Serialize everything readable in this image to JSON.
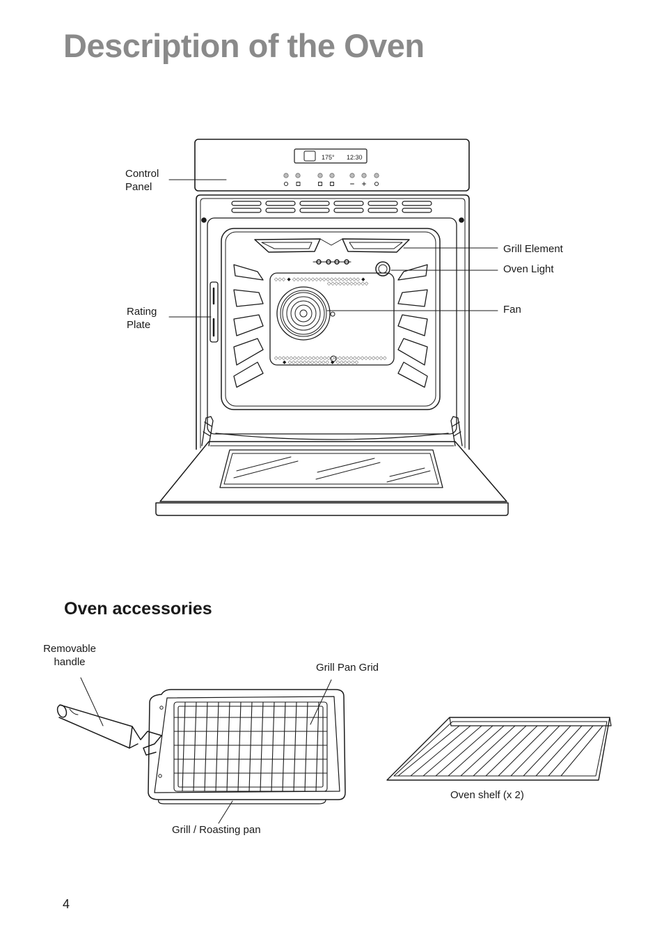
{
  "page": {
    "title": "Description of the Oven",
    "page_number": "4"
  },
  "oven_diagram": {
    "display": {
      "temperature": "175°",
      "time": "12:30"
    },
    "labels": {
      "control_panel": "Control Panel",
      "rating_plate": "Rating Plate",
      "grill_element": "Grill Element",
      "oven_light": "Oven Light",
      "fan": "Fan"
    },
    "label_lines": {
      "control_panel": [
        "Control",
        "Panel"
      ],
      "rating_plate": [
        "Rating",
        "Plate"
      ]
    },
    "control_buttons": [
      "clock-icon",
      "timer-icon",
      "fan-mode-icon",
      "grill-mode-icon",
      "minus-icon",
      "plus-icon",
      "power-icon"
    ]
  },
  "accessories": {
    "title": "Oven accessories",
    "labels": {
      "removable_handle": [
        "Removable",
        "handle"
      ],
      "grill_pan_grid": "Grill Pan Grid",
      "grill_roasting_pan": "Grill / Roasting pan",
      "oven_shelf": "Oven shelf (x 2)"
    }
  }
}
